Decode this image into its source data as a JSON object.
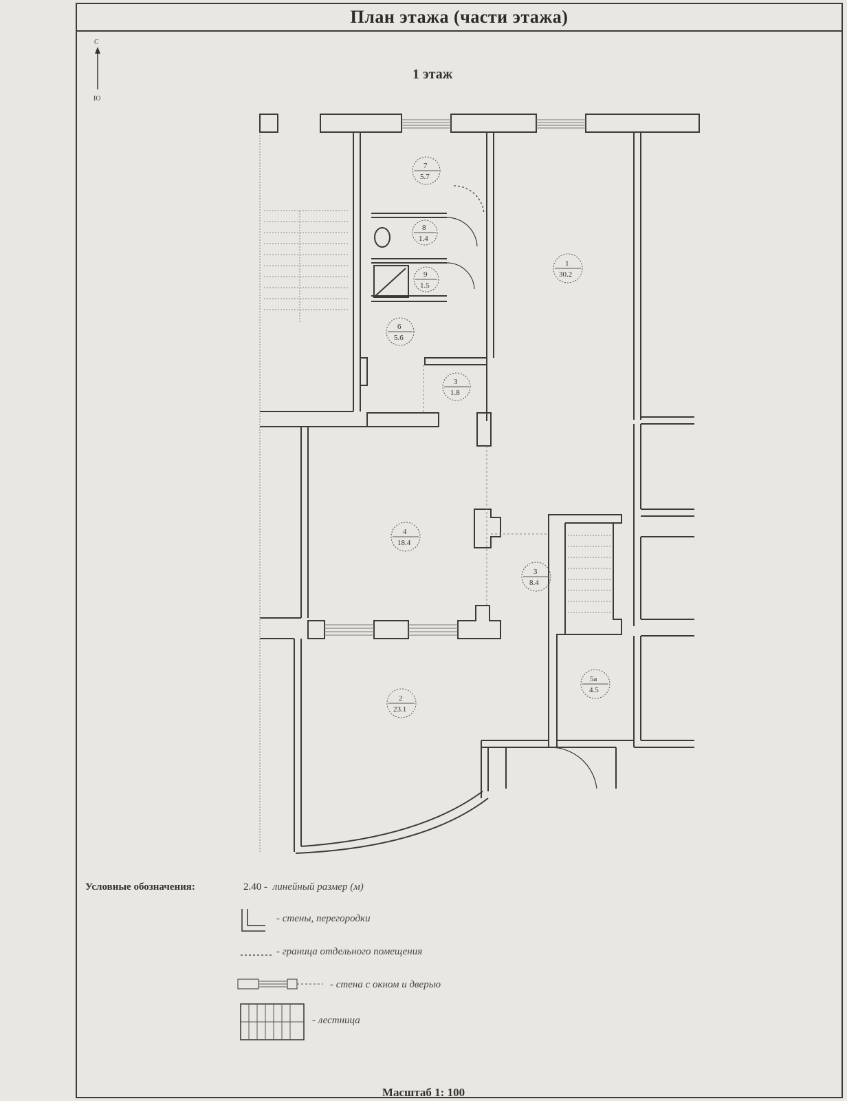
{
  "document": {
    "title": "План этажа (части этажа)",
    "floor_label": "1 этаж",
    "north_labels": {
      "top": "С",
      "bottom": "Ю"
    },
    "scale": "Масштаб 1: 100"
  },
  "rooms": [
    {
      "id": "room-1",
      "number": "1",
      "area": "30.2"
    },
    {
      "id": "room-2",
      "number": "2",
      "area": "23.1"
    },
    {
      "id": "room-3a",
      "number": "3",
      "area": "1.8"
    },
    {
      "id": "room-3b",
      "number": "3",
      "area": "8.4"
    },
    {
      "id": "room-4",
      "number": "4",
      "area": "18.4"
    },
    {
      "id": "room-6",
      "number": "6",
      "area": "5.6"
    },
    {
      "id": "room-7",
      "number": "7",
      "area": "5.7"
    },
    {
      "id": "room-8",
      "number": "8",
      "area": "1.4"
    },
    {
      "id": "room-9",
      "number": "9",
      "area": "1.5"
    },
    {
      "id": "room-5a",
      "number": "5а",
      "area": "4.5"
    }
  ],
  "legend": {
    "title": "Условные обозначения:",
    "items": [
      {
        "key": "2.40 -",
        "text": "линейный размер (м)"
      },
      {
        "key": "",
        "text": "- стены, перегородки"
      },
      {
        "key": "",
        "text": "- граница отдельного помещения"
      },
      {
        "key": "",
        "text": "- стена с окном и дверью"
      },
      {
        "key": "",
        "text": "- лестница"
      }
    ]
  }
}
